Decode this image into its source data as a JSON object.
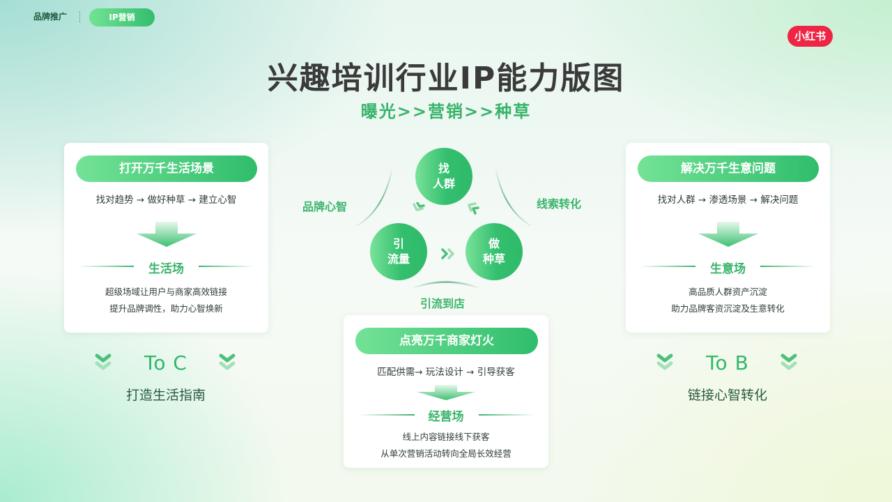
{
  "header": {
    "brand_label": "品牌推广",
    "tag_pill": "IP营销",
    "logo_text": "小红书"
  },
  "title": "兴趣培训行业IP能力版图",
  "subtitle": "曝光>>营销>>种草",
  "colors": {
    "accent_green": "#37b36a",
    "pill_gradient_start": "#74e297",
    "pill_gradient_end": "#2fbd6c",
    "title_dark": "#3a3a3a",
    "logo_red": "#ee2545"
  },
  "left_card": {
    "pill": "打开万千生活场景",
    "flow": "找对趋势 → 做好种草 → 建立心智",
    "section_title": "生活场",
    "desc_lines": [
      "超级场域让用户与商家高效链接",
      "提升品牌调性，助力心智焕新"
    ],
    "bottom_label": "To C",
    "bottom_sub": "打造生活指南"
  },
  "right_card": {
    "pill": "解决万千生意问题",
    "flow": "找对人群 → 渗透场景 → 解决问题",
    "section_title": "生意场",
    "desc_lines": [
      "高品质人群资产沉淀",
      "助力品牌客资沉淀及生意转化"
    ],
    "bottom_label": "To B",
    "bottom_sub": "链接心智转化"
  },
  "center_card": {
    "pill": "点亮万千商家灯火",
    "flow": "匹配供需→ 玩法设计 → 引导获客",
    "section_title": "经营场",
    "desc_lines": [
      "线上内容链接线下获客",
      "从单次营销活动转向全局长效经营"
    ]
  },
  "cycle": {
    "nodes": [
      {
        "line1": "找",
        "line2": "人群"
      },
      {
        "line1": "引",
        "line2": "流量"
      },
      {
        "line1": "做",
        "line2": "种草"
      }
    ],
    "labels": {
      "left": "品牌心智",
      "right": "线索转化",
      "bottom": "引流到店"
    }
  }
}
